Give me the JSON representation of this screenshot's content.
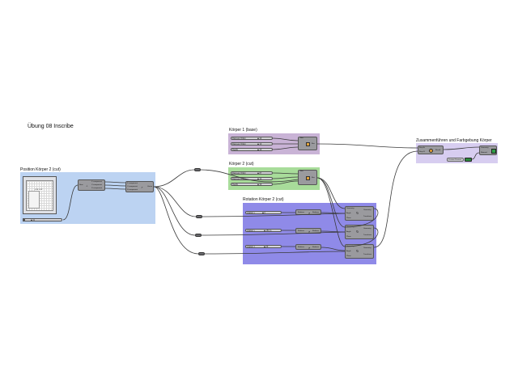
{
  "canvas": {
    "title": "Übung 08  Inscribe"
  },
  "colors": {
    "group_blue": "#bcd3f2",
    "group_purple": "#c9b3d6",
    "group_green": "#a8dc9a",
    "group_violet": "#8f8ae8",
    "group_lavender": "#d7cdf0",
    "node": "#9a9a9e",
    "wire": "#3a3a3a"
  },
  "groups": {
    "position": {
      "label": "Position Körper 2 (cut)",
      "slider_value": "◆ 11",
      "graph_readout": "0.34  0.4X",
      "node_a": {
        "inputs": [
          "Num"
        ],
        "outputs": [
          "Z-component",
          "Y-component",
          "X-component"
        ]
      },
      "node_b": {
        "inputs": [
          "Z-component",
          "Y-component",
          "X-component"
        ],
        "outputs": [
          "Vector"
        ]
      }
    },
    "koerper1": {
      "label": "Körper 1 (base)",
      "sliders": [
        {
          "label": "Diameter (Disk)",
          "value": "◆ 10"
        },
        {
          "label": "Diameter (Disk)",
          "value": "◆ 10"
        },
        {
          "label": "Height",
          "value": "◆ 10"
        }
      ],
      "node_title": "Box",
      "node_output": "Box"
    },
    "koerper2": {
      "label": "Körper 2 (cut)",
      "sliders": [
        {
          "label": "Diameter (Disk)",
          "value": "◆ 87"
        },
        {
          "label": "Diameter (Disk)",
          "value": "◆ 14"
        },
        {
          "label": "Height",
          "value": "◆ 10"
        }
      ],
      "node_title": "Box",
      "node_output": "Box"
    },
    "rotation": {
      "label": "Rotation Körper 2  (cut)",
      "sliders": [
        {
          "label": "rotation x",
          "value": "◆ 0"
        },
        {
          "label": "rotation y",
          "value": "◆ 150 (p"
        },
        {
          "label": "rotation z",
          "value": "◆ 20"
        }
      ],
      "radians_label": "Radians",
      "rotate_nodes": [
        {
          "inputs": [
            "Geometry",
            "Angle",
            "Plane"
          ],
          "outputs": [
            "Geometry",
            "Transform"
          ]
        },
        {
          "inputs": [
            "Geometry",
            "Angle",
            "Plane"
          ],
          "outputs": [
            "Geometry",
            "Transform"
          ]
        },
        {
          "inputs": [
            "Geometry",
            "Angle",
            "Plane"
          ],
          "outputs": [
            "Geometry",
            "Transform"
          ]
        }
      ]
    },
    "merge": {
      "label": "Zusammenführen und Farbgebung Körper",
      "node_inputs": [
        "Brep A",
        "Brep B"
      ],
      "node_output": "Result",
      "preview_inputs": [
        "Geometry",
        "Material"
      ],
      "swatch_label": "Custom Preview"
    }
  }
}
